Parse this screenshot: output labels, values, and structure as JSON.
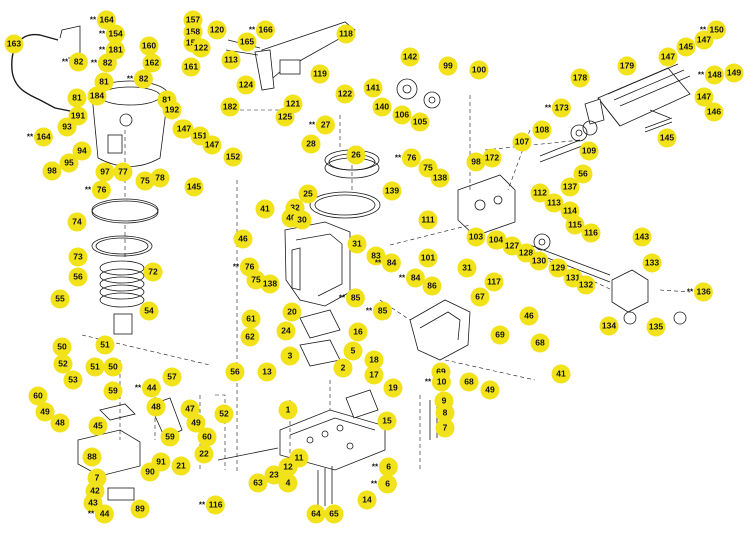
{
  "diagram": {
    "type": "exploded-parts-diagram",
    "callout_color": "#f2e21a",
    "line_color": "#1a1a1a",
    "callouts": [
      {
        "id": "c1",
        "label": "163",
        "prefix": ""
      },
      {
        "id": "c2",
        "label": "164",
        "prefix": "**"
      },
      {
        "id": "c3",
        "label": "154",
        "prefix": "**"
      },
      {
        "id": "c4",
        "label": "181",
        "prefix": "**"
      },
      {
        "id": "c5",
        "label": "82",
        "prefix": "**"
      },
      {
        "id": "c6",
        "label": "82",
        "prefix": "**"
      },
      {
        "id": "c7",
        "label": "81",
        "prefix": ""
      },
      {
        "id": "c8",
        "label": "82",
        "prefix": "**"
      },
      {
        "id": "c9",
        "label": "81",
        "prefix": ""
      },
      {
        "id": "c10",
        "label": "184",
        "prefix": ""
      },
      {
        "id": "c11",
        "label": "191",
        "prefix": ""
      },
      {
        "id": "c12",
        "label": "93",
        "prefix": ""
      },
      {
        "id": "c13",
        "label": "164",
        "prefix": "**"
      },
      {
        "id": "c14",
        "label": "94",
        "prefix": ""
      },
      {
        "id": "c15",
        "label": "95",
        "prefix": ""
      },
      {
        "id": "c16",
        "label": "98",
        "prefix": ""
      },
      {
        "id": "c17",
        "label": "76",
        "prefix": "**"
      },
      {
        "id": "c18",
        "label": "74",
        "prefix": ""
      },
      {
        "id": "c19",
        "label": "73",
        "prefix": ""
      },
      {
        "id": "c20",
        "label": "72",
        "prefix": ""
      },
      {
        "id": "c21",
        "label": "56",
        "prefix": ""
      },
      {
        "id": "c22",
        "label": "55",
        "prefix": ""
      },
      {
        "id": "c23",
        "label": "54",
        "prefix": ""
      },
      {
        "id": "c24",
        "label": "157",
        "prefix": ""
      },
      {
        "id": "c25",
        "label": "158",
        "prefix": ""
      },
      {
        "id": "c26",
        "label": "159",
        "prefix": ""
      },
      {
        "id": "c27",
        "label": "160",
        "prefix": ""
      },
      {
        "id": "c28",
        "label": "162",
        "prefix": ""
      },
      {
        "id": "c29",
        "label": "161",
        "prefix": ""
      },
      {
        "id": "c30",
        "label": "81",
        "prefix": ""
      },
      {
        "id": "c31",
        "label": "192",
        "prefix": ""
      },
      {
        "id": "c32",
        "label": "147",
        "prefix": ""
      },
      {
        "id": "c33",
        "label": "151",
        "prefix": ""
      },
      {
        "id": "c34",
        "label": "147",
        "prefix": ""
      },
      {
        "id": "c35",
        "label": "152",
        "prefix": ""
      },
      {
        "id": "c36",
        "label": "77",
        "prefix": ""
      },
      {
        "id": "c37",
        "label": "75",
        "prefix": ""
      },
      {
        "id": "c38",
        "label": "78",
        "prefix": ""
      },
      {
        "id": "c39",
        "label": "145",
        "prefix": ""
      },
      {
        "id": "c40",
        "label": "120",
        "prefix": ""
      },
      {
        "id": "c41",
        "label": "166",
        "prefix": "**"
      },
      {
        "id": "c42",
        "label": "165",
        "prefix": ""
      },
      {
        "id": "c43",
        "label": "122",
        "prefix": ""
      },
      {
        "id": "c44",
        "label": "113",
        "prefix": ""
      },
      {
        "id": "c45",
        "label": "118",
        "prefix": ""
      },
      {
        "id": "c46",
        "label": "124",
        "prefix": ""
      },
      {
        "id": "c47",
        "label": "119",
        "prefix": ""
      },
      {
        "id": "c48",
        "label": "182",
        "prefix": ""
      },
      {
        "id": "c49",
        "label": "121",
        "prefix": ""
      },
      {
        "id": "c50",
        "label": "125",
        "prefix": ""
      },
      {
        "id": "c51",
        "label": "122",
        "prefix": ""
      },
      {
        "id": "c52",
        "label": "27",
        "prefix": "**"
      },
      {
        "id": "c53",
        "label": "28",
        "prefix": ""
      },
      {
        "id": "c54",
        "label": "26",
        "prefix": ""
      },
      {
        "id": "c55",
        "label": "76",
        "prefix": "**"
      },
      {
        "id": "c56",
        "label": "75",
        "prefix": ""
      },
      {
        "id": "c57",
        "label": "138",
        "prefix": ""
      },
      {
        "id": "c58",
        "label": "139",
        "prefix": ""
      },
      {
        "id": "c59",
        "label": "25",
        "prefix": ""
      },
      {
        "id": "c60",
        "label": "41",
        "prefix": ""
      },
      {
        "id": "c61",
        "label": "32",
        "prefix": ""
      },
      {
        "id": "c62",
        "label": "40",
        "prefix": ""
      },
      {
        "id": "c63",
        "label": "30",
        "prefix": ""
      },
      {
        "id": "c64",
        "label": "46",
        "prefix": ""
      },
      {
        "id": "c65",
        "label": "31",
        "prefix": ""
      },
      {
        "id": "c66",
        "label": "83",
        "prefix": ""
      },
      {
        "id": "c67",
        "label": "84",
        "prefix": "**"
      },
      {
        "id": "c68",
        "label": "76",
        "prefix": "**"
      },
      {
        "id": "c69",
        "label": "75",
        "prefix": ""
      },
      {
        "id": "c70",
        "label": "138",
        "prefix": ""
      },
      {
        "id": "c71",
        "label": "84",
        "prefix": "**"
      },
      {
        "id": "c72",
        "label": "85",
        "prefix": "**"
      },
      {
        "id": "c73",
        "label": "85",
        "prefix": "**"
      },
      {
        "id": "c74",
        "label": "86",
        "prefix": ""
      },
      {
        "id": "c75",
        "label": "142",
        "prefix": ""
      },
      {
        "id": "c76",
        "label": "141",
        "prefix": ""
      },
      {
        "id": "c77",
        "label": "140",
        "prefix": ""
      },
      {
        "id": "c78",
        "label": "106",
        "prefix": ""
      },
      {
        "id": "c79",
        "label": "105",
        "prefix": ""
      },
      {
        "id": "c80",
        "label": "99",
        "prefix": ""
      },
      {
        "id": "c81",
        "label": "100",
        "prefix": ""
      },
      {
        "id": "c82",
        "label": "104",
        "prefix": ""
      },
      {
        "id": "c83",
        "label": "98",
        "prefix": ""
      },
      {
        "id": "c84",
        "label": "172",
        "prefix": ""
      },
      {
        "id": "c85",
        "label": "111",
        "prefix": ""
      },
      {
        "id": "c86",
        "label": "101",
        "prefix": ""
      },
      {
        "id": "c87",
        "label": "103",
        "prefix": ""
      },
      {
        "id": "c88",
        "label": "104",
        "prefix": ""
      },
      {
        "id": "c89",
        "label": "127",
        "prefix": ""
      },
      {
        "id": "c90",
        "label": "128",
        "prefix": ""
      },
      {
        "id": "c91",
        "label": "130",
        "prefix": ""
      },
      {
        "id": "c92",
        "label": "31",
        "prefix": ""
      },
      {
        "id": "c93",
        "label": "117",
        "prefix": ""
      },
      {
        "id": "c94",
        "label": "67",
        "prefix": ""
      },
      {
        "id": "c95",
        "label": "178",
        "prefix": ""
      },
      {
        "id": "c96",
        "label": "179",
        "prefix": ""
      },
      {
        "id": "c97",
        "label": "173",
        "prefix": "**"
      },
      {
        "id": "c98",
        "label": "108",
        "prefix": ""
      },
      {
        "id": "c99",
        "label": "107",
        "prefix": ""
      },
      {
        "id": "c100",
        "label": "109",
        "prefix": ""
      },
      {
        "id": "c101",
        "label": "150",
        "prefix": "**"
      },
      {
        "id": "c102",
        "label": "145",
        "prefix": ""
      },
      {
        "id": "c103",
        "label": "147",
        "prefix": ""
      },
      {
        "id": "c104",
        "label": "147",
        "prefix": ""
      },
      {
        "id": "c105",
        "label": "148",
        "prefix": "**"
      },
      {
        "id": "c106",
        "label": "149",
        "prefix": ""
      },
      {
        "id": "c107",
        "label": "147",
        "prefix": ""
      },
      {
        "id": "c108",
        "label": "146",
        "prefix": ""
      },
      {
        "id": "c109",
        "label": "145",
        "prefix": ""
      },
      {
        "id": "c110",
        "label": "137",
        "prefix": ""
      },
      {
        "id": "c111",
        "label": "56",
        "prefix": ""
      },
      {
        "id": "c112",
        "label": "112",
        "prefix": ""
      },
      {
        "id": "c113",
        "label": "113",
        "prefix": ""
      },
      {
        "id": "c114",
        "label": "114",
        "prefix": ""
      },
      {
        "id": "c115",
        "label": "115",
        "prefix": ""
      },
      {
        "id": "c116",
        "label": "116",
        "prefix": ""
      },
      {
        "id": "c117",
        "label": "143",
        "prefix": ""
      },
      {
        "id": "c118",
        "label": "133",
        "prefix": ""
      },
      {
        "id": "c119",
        "label": "129",
        "prefix": ""
      },
      {
        "id": "c120",
        "label": "131",
        "prefix": ""
      },
      {
        "id": "c121",
        "label": "132",
        "prefix": ""
      },
      {
        "id": "c122",
        "label": "136",
        "prefix": "**"
      },
      {
        "id": "c123",
        "label": "134",
        "prefix": ""
      },
      {
        "id": "c124",
        "label": "135",
        "prefix": ""
      },
      {
        "id": "c125",
        "label": "46",
        "prefix": ""
      },
      {
        "id": "c126",
        "label": "69",
        "prefix": ""
      },
      {
        "id": "c127",
        "label": "68",
        "prefix": ""
      },
      {
        "id": "c128",
        "label": "69",
        "prefix": ""
      },
      {
        "id": "c129",
        "label": "68",
        "prefix": ""
      },
      {
        "id": "c130",
        "label": "49",
        "prefix": ""
      },
      {
        "id": "c131",
        "label": "41",
        "prefix": ""
      },
      {
        "id": "c132",
        "label": "10",
        "prefix": "**"
      },
      {
        "id": "c133",
        "label": "9",
        "prefix": ""
      },
      {
        "id": "c134",
        "label": "8",
        "prefix": ""
      },
      {
        "id": "c135",
        "label": "7",
        "prefix": ""
      },
      {
        "id": "c136",
        "label": "20",
        "prefix": ""
      },
      {
        "id": "c137",
        "label": "61",
        "prefix": ""
      },
      {
        "id": "c138",
        "label": "62",
        "prefix": ""
      },
      {
        "id": "c139",
        "label": "24",
        "prefix": ""
      },
      {
        "id": "c140",
        "label": "16",
        "prefix": ""
      },
      {
        "id": "c141",
        "label": "5",
        "prefix": ""
      },
      {
        "id": "c142",
        "label": "3",
        "prefix": ""
      },
      {
        "id": "c143",
        "label": "18",
        "prefix": ""
      },
      {
        "id": "c144",
        "label": "2",
        "prefix": ""
      },
      {
        "id": "c145",
        "label": "17",
        "prefix": ""
      },
      {
        "id": "c146",
        "label": "13",
        "prefix": ""
      },
      {
        "id": "c147",
        "label": "19",
        "prefix": ""
      },
      {
        "id": "c148",
        "label": "1",
        "prefix": ""
      },
      {
        "id": "c149",
        "label": "15",
        "prefix": ""
      },
      {
        "id": "c150",
        "label": "22",
        "prefix": ""
      },
      {
        "id": "c151",
        "label": "21",
        "prefix": ""
      },
      {
        "id": "c152",
        "label": "23",
        "prefix": ""
      },
      {
        "id": "c153",
        "label": "12",
        "prefix": ""
      },
      {
        "id": "c154",
        "label": "11",
        "prefix": ""
      },
      {
        "id": "c155",
        "label": "4",
        "prefix": ""
      },
      {
        "id": "c156",
        "label": "63",
        "prefix": ""
      },
      {
        "id": "c157",
        "label": "64",
        "prefix": ""
      },
      {
        "id": "c158",
        "label": "65",
        "prefix": ""
      },
      {
        "id": "c159",
        "label": "6",
        "prefix": "**"
      },
      {
        "id": "c160",
        "label": "6",
        "prefix": "**"
      },
      {
        "id": "c161",
        "label": "14",
        "prefix": ""
      },
      {
        "id": "c162",
        "label": "50",
        "prefix": ""
      },
      {
        "id": "c163",
        "label": "52",
        "prefix": ""
      },
      {
        "id": "c164",
        "label": "51",
        "prefix": ""
      },
      {
        "id": "c165",
        "label": "51",
        "prefix": ""
      },
      {
        "id": "c166",
        "label": "50",
        "prefix": ""
      },
      {
        "id": "c167",
        "label": "53",
        "prefix": ""
      },
      {
        "id": "c168",
        "label": "57",
        "prefix": ""
      },
      {
        "id": "c169",
        "label": "56",
        "prefix": ""
      },
      {
        "id": "c170",
        "label": "60",
        "prefix": ""
      },
      {
        "id": "c171",
        "label": "49",
        "prefix": ""
      },
      {
        "id": "c172",
        "label": "48",
        "prefix": ""
      },
      {
        "id": "c173",
        "label": "59",
        "prefix": ""
      },
      {
        "id": "c174",
        "label": "44",
        "prefix": "**"
      },
      {
        "id": "c175",
        "label": "48",
        "prefix": ""
      },
      {
        "id": "c176",
        "label": "45",
        "prefix": ""
      },
      {
        "id": "c177",
        "label": "47",
        "prefix": ""
      },
      {
        "id": "c178",
        "label": "59",
        "prefix": ""
      },
      {
        "id": "c179",
        "label": "60",
        "prefix": ""
      },
      {
        "id": "c180",
        "label": "49",
        "prefix": ""
      },
      {
        "id": "c181",
        "label": "52",
        "prefix": ""
      },
      {
        "id": "c182",
        "label": "88",
        "prefix": ""
      },
      {
        "id": "c183",
        "label": "91",
        "prefix": ""
      },
      {
        "id": "c184",
        "label": "90",
        "prefix": ""
      },
      {
        "id": "c185",
        "label": "7",
        "prefix": ""
      },
      {
        "id": "c186",
        "label": "42",
        "prefix": ""
      },
      {
        "id": "c187",
        "label": "43",
        "prefix": ""
      },
      {
        "id": "c188",
        "label": "44",
        "prefix": "**"
      },
      {
        "id": "c189",
        "label": "89",
        "prefix": ""
      },
      {
        "id": "c190",
        "label": "116",
        "prefix": "**"
      },
      {
        "id": "c191",
        "label": "97",
        "prefix": ""
      },
      {
        "id": "c192",
        "label": "147",
        "prefix": ""
      }
    ]
  }
}
